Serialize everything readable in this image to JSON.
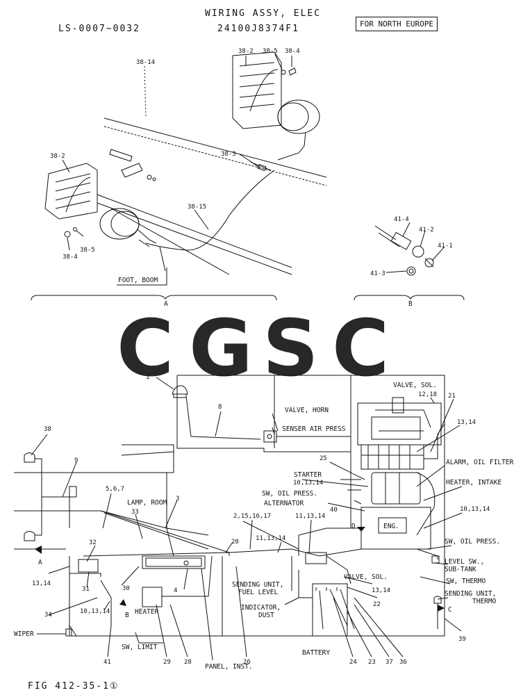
{
  "header": {
    "serial_range": "LS-0007~0032",
    "title": "WIRING ASSY, ELEC",
    "part_number": "24100J8374F1",
    "region_badge": "FOR NORTH EUROPE"
  },
  "watermark": {
    "text": "CGSC",
    "colors": [
      "#5B8DEF",
      "#EF6B6B",
      "#F5CF4E",
      "#3DAE74"
    ]
  },
  "figure_label": "FIG 412-35-1①",
  "view_a": {
    "label": "A",
    "callouts": {
      "c38_14": "38-14",
      "c38_2_top": "38-2",
      "c38_5_top": "38-5",
      "c38_4_top": "38-4",
      "c38_2_left": "38-2",
      "c38_3": "38-3",
      "c38_15": "38-15",
      "c38_5_bot": "38-5",
      "c38_4_bot": "38-4",
      "foot_boom": "FOOT, BOOM"
    }
  },
  "view_b": {
    "label": "B",
    "callouts": {
      "c41_4": "41-4",
      "c41_2": "41-2",
      "c41_1": "41-1",
      "c41_3": "41-3"
    }
  },
  "main": {
    "components": {
      "valve_sol_top": "VALVE, SOL.",
      "valve_horn": "VALVE, HORN",
      "senser_air_press": "SENSER AIR PRESS",
      "alarm_oil_filter": "ALARM, OIL FILTER",
      "heater_intake": "HEATER, INTAKE",
      "starter": "STARTER",
      "sw_oil_press_left": "SW, OIL PRESS.",
      "alternator": "ALTERNATOR",
      "eng": "ENG.",
      "sw_oil_press_right": "SW, OIL PRESS.",
      "level_sw": "LEVEL SW.,",
      "sub_tank": "SUB-TANK",
      "sw_thermo": "SW, THERMO",
      "sending_unit_thermo_1": "SENDING UNIT,",
      "sending_unit_thermo_2": "THERMO",
      "lamp_room": "LAMP, ROOM",
      "valve_sol_bottom": "VALVE, SOL.",
      "sending_unit_fuel_1": "SENDING UNIT,",
      "sending_unit_fuel_2": "FUEL LEVEL",
      "indicator_dust_1": "INDICATOR,",
      "indicator_dust_2": "DUST",
      "heater": "HEATER",
      "wiper": "WIPER",
      "sw_limit": "SW, LIMIT",
      "battery": "BATTERY",
      "panel_inst": "PANEL, INST."
    },
    "callouts": {
      "n1": "1",
      "n8": "8",
      "n12_18": "12,18",
      "n21": "21",
      "n13_14_top": "13,14",
      "n38": "38",
      "n9": "9",
      "n25": "25",
      "n10_13_14_a": "10,13,14",
      "n5_6_7": "5,6,7",
      "n3": "3",
      "n33": "33",
      "n40": "40",
      "n10_13_14_b": "10,13,14",
      "n2_15_16_17": "2,15,16,17",
      "n11_13_14_a": "11,13,14",
      "n32": "32",
      "n20": "20",
      "n11_13_14_b": "11,13,14",
      "n13_14_left": "13,14",
      "n31": "31",
      "n30": "30",
      "n4": "4",
      "n13_14_mid": "13,14",
      "n22": "22",
      "n34": "34",
      "n10_13_14_c": "10,13,14",
      "n41": "41",
      "n29": "29",
      "n28": "28",
      "n26": "26",
      "n24": "24",
      "n23": "23",
      "n37": "37",
      "n36": "36",
      "n39": "39",
      "arrow_a": "A",
      "arrow_b": "B",
      "arrow_c": "C",
      "arrow_d": "D"
    }
  }
}
